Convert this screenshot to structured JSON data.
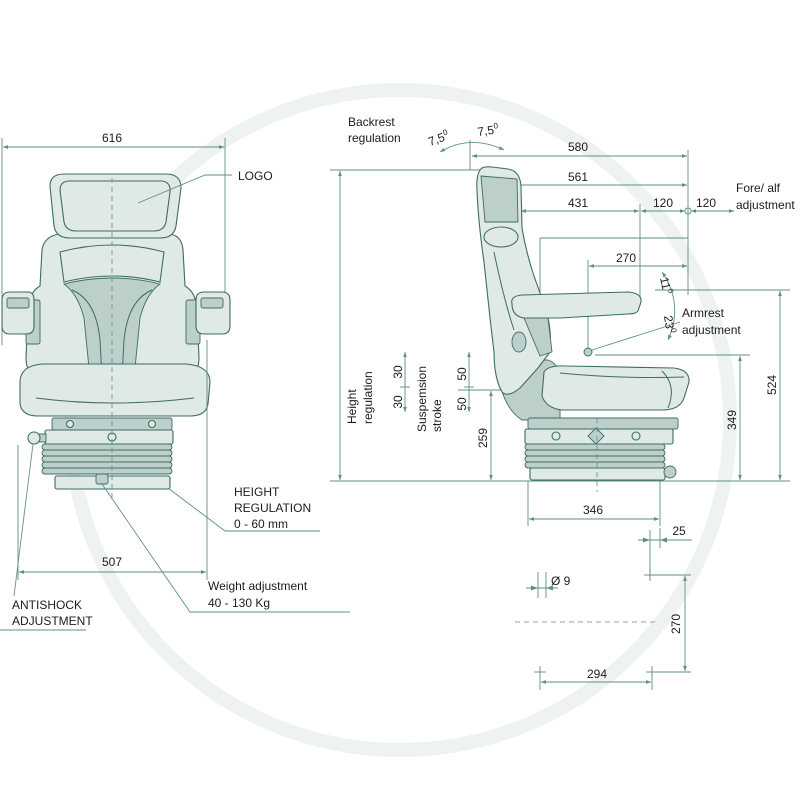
{
  "colors": {
    "background": "#ffffff",
    "dimension_line": "#5f8f88",
    "seat_outline": "#3f6c64",
    "seat_fill": "#dfe9e6",
    "seat_shade": "#bccfca",
    "text": "#1c1c1c"
  },
  "front_view": {
    "overall_width": "616",
    "logo_label": "LOGO",
    "height_regulation": {
      "line1": "HEIGHT",
      "line2": "REGULATION",
      "range": "0 - 60 mm"
    },
    "base_width": "507",
    "weight_adjustment": {
      "label": "Weight adjustment",
      "range": "40 - 130 Kg"
    },
    "antishock_adjustment": {
      "line1": "ANTISHOCK",
      "line2": "ADJUSTMENT"
    }
  },
  "side_view": {
    "backrest_regulation": {
      "line1": "Backrest",
      "line2": "regulation"
    },
    "backrest_angle_rear": {
      "value": "7,5",
      "degree": "0"
    },
    "backrest_angle_front": {
      "value": "7,5",
      "degree": "0"
    },
    "overall_depth": "580",
    "depth_561": "561",
    "depth_431": "431",
    "fore_aft_rear": "120",
    "fore_aft_front": "120",
    "fore_aft_adjustment": {
      "line1": "Fore/ alf",
      "line2": "adjustment"
    },
    "armrest_offset": "270",
    "armrest_angle_up": {
      "value": "11",
      "degree": "0"
    },
    "armrest_angle_down": {
      "value": "23",
      "degree": "0"
    },
    "armrest_adjustment": {
      "line1": "Armrest",
      "line2": "adjustment"
    },
    "armrest_height": "524",
    "seat_height": "349",
    "height_regulation": {
      "line1": "Height",
      "line2": "regulation",
      "up": "30",
      "down": "30"
    },
    "suspension_stroke": {
      "line1": "Suspemsion",
      "line2": "stroke",
      "up": "50",
      "down": "50"
    },
    "base_height": "259",
    "base_depth": "346"
  },
  "mounting_pattern": {
    "offset": "25",
    "hole_diameter": "Ø 9",
    "hole_spacing_depth": "270",
    "hole_spacing_width": "294"
  }
}
